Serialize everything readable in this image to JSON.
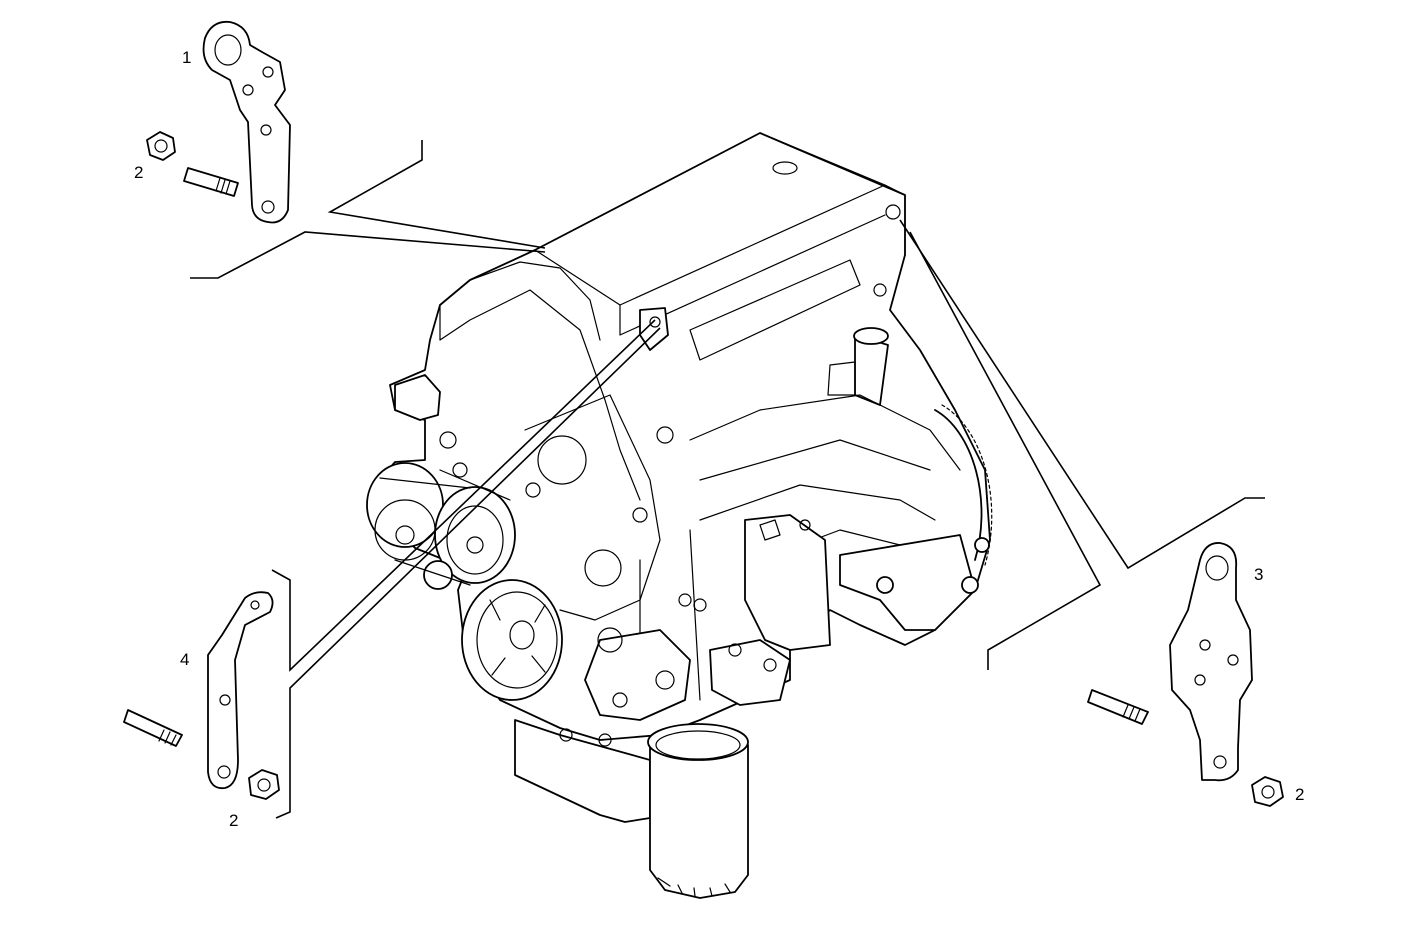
{
  "diagram": {
    "callouts": [
      {
        "id": "c1",
        "label": "1"
      },
      {
        "id": "c2a",
        "label": "2"
      },
      {
        "id": "c3",
        "label": "3"
      },
      {
        "id": "c4",
        "label": "4"
      },
      {
        "id": "c2b",
        "label": "2"
      },
      {
        "id": "c2c",
        "label": "2"
      }
    ],
    "colors": {
      "line": "#000000",
      "background": "#ffffff"
    }
  }
}
